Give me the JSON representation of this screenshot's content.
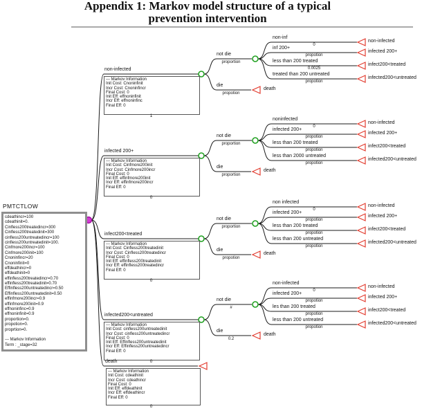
{
  "title": {
    "line1": "Appendix 1: Markov model structure of a typical",
    "line2": "prevention intervention"
  },
  "colors": {
    "chance_node": "#1fa01f",
    "terminal_node": "#e23b2e",
    "markov_node": "#d23bd2",
    "line": "#1a1a1a"
  },
  "root": {
    "name": "PMTCTLOW",
    "lines": [
      "cdeathincr=100",
      "cdeathinit=0.",
      "Cinfless200treatedincr=300",
      "Cinfless200treatedinit=300",
      "cinfless200untreatedincr=100",
      "cinfless200untreatedinit=100.",
      "Cinfmore200incr=100",
      "Cinfmore200init=100",
      "Cnoninfincr=20",
      "Cnoninfinit=0",
      "effdeathincr=0",
      "effdeathinit=0",
      "effinfless200treatedincr=0.70",
      "effinfless200treatedinit=0.70",
      "Effinfless200untreatedincr=0.50",
      "Effinfless200untreatedinit=0.50",
      "effinfmore200incr=0.9",
      "effinfmore200init=0.9",
      "effnoninfinc=0.9",
      "effnoninfinit=0.9",
      "proportion=0.",
      "propotion=0.",
      "proprtion=0.",
      "",
      "--- Markov Information",
      "Term : _stage=32"
    ]
  },
  "states": [
    {
      "label": "non-infected",
      "prob": "1",
      "box_lines": [
        "--- Markov Information",
        "Init Cost: Cnoninfinit",
        "Incr Cost: Cnoninfincr",
        "Final Cost: 0",
        "Init Eff: effnoninfinit",
        "Incr Eff: effnoninfinc",
        "Final Eff: 0"
      ],
      "not_die": {
        "label": "not die",
        "sub": "proportion"
      },
      "die": {
        "label": "die",
        "sub": "propotion",
        "terminal": "death"
      },
      "outcomes": [
        {
          "label": "non-inf",
          "sub": "0",
          "terminal": "non-infected"
        },
        {
          "label": "inf 200+",
          "sub": "propotion",
          "terminal": "infected 200+"
        },
        {
          "label": "less than 200 treated",
          "sub": "0.0025",
          "terminal": "infect200<treated"
        },
        {
          "label": "treated than 200 untreated",
          "sub": "propotion",
          "terminal": "infected200<untreated"
        }
      ]
    },
    {
      "label": "infected 200+",
      "prob": "0",
      "box_lines": [
        "--- Markov Information",
        "Init Cost: Cinfmore200init",
        "Incr Cost: Cinfmore200incr",
        "Final Cost: 0",
        "Init Eff: effinfmore200init",
        "Incr Eff: effinfmore200incr",
        "Final Eff: 0"
      ],
      "not_die": {
        "label": "not die",
        "sub": "proportion"
      },
      "die": {
        "label": "die",
        "sub": "proportion",
        "terminal": "death"
      },
      "outcomes": [
        {
          "label": "noninfected",
          "sub": "0",
          "terminal": "non-infected"
        },
        {
          "label": "infected 200+",
          "sub": "propotion",
          "terminal": "infected 200+"
        },
        {
          "label": "less than 200 treated",
          "sub": "propotion",
          "terminal": "infect200<treated"
        },
        {
          "label": "less than 2000 untreated",
          "sub": "propotion",
          "terminal": "infected200<untreated"
        }
      ]
    },
    {
      "label": "infect200<treated",
      "prob": "0",
      "box_lines": [
        "--- Markov Information",
        "Init Cost: Cinfless200treatedinit",
        "Incr Cost: Cinfless200treatedincr",
        "Final Cost: 0",
        "Init Eff: effinfless200treatedinit",
        "Incr Eff: effinfless200treatedincr",
        "Final Eff: 0"
      ],
      "not_die": {
        "label": "not die",
        "sub": "proportion"
      },
      "die": {
        "label": "die",
        "sub": "propotion",
        "terminal": "death"
      },
      "outcomes": [
        {
          "label": "non infected",
          "sub": "0",
          "terminal": "non-infected"
        },
        {
          "label": "infected 200+",
          "sub": "propotion",
          "terminal": "infected 200+"
        },
        {
          "label": "less than 200 treated",
          "sub": "propotion",
          "terminal": "infect200<treated"
        },
        {
          "label": "less than 200  untreated",
          "sub": "propotion",
          "terminal": "infected200<untreated"
        }
      ]
    },
    {
      "label": "infected200<untreated",
      "prob": "0",
      "box_lines": [
        "--- Markov Information",
        "Init Cost: cinfless200untreatedinit",
        "Incr Cost: cinfless200untreatedincr",
        "Final Cost: 0",
        "Init Eff: Effinfless200untreatedinit",
        "Incr Eff: Effinfless200untreatedincr",
        "Final Eff: 0"
      ],
      "not_die": {
        "label": "not die",
        "sub": "#"
      },
      "die": {
        "label": "die",
        "sub": "0.2",
        "terminal": "death"
      },
      "outcomes": [
        {
          "label": "non-infected",
          "sub": "0",
          "terminal": "non-infected"
        },
        {
          "label": "infected 200+",
          "sub": "propotion",
          "terminal": "infected 200+"
        },
        {
          "label": "les than 200 treated",
          "sub": "propotion",
          "terminal": "infect200<treated"
        },
        {
          "label": "less than 200 untreated",
          "sub": "propotion",
          "terminal": "infected200<untreated"
        }
      ]
    },
    {
      "label": "death",
      "prob": "0",
      "box_lines": [
        "--- Markov Information",
        "Init Cost: cdeathinit",
        "Incr Cost: cdeathincr",
        "Final Cost: 0",
        "Init Eff: effdeathinit",
        "Incr Eff: effdeathincr",
        "Final Eff: 0"
      ]
    }
  ]
}
